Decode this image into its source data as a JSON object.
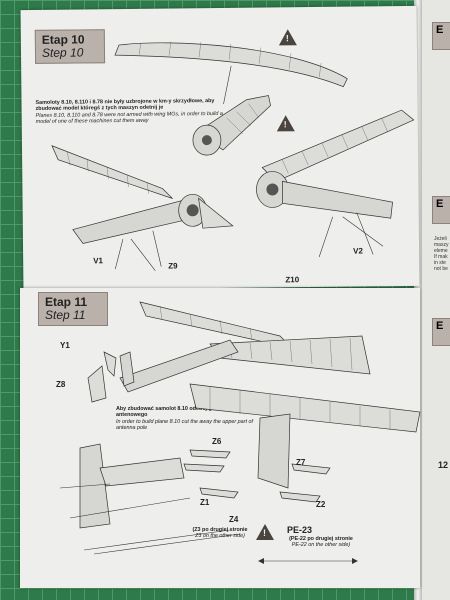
{
  "step10": {
    "title_pl": "Etap 10",
    "title_en": "Step 10",
    "note_pl": "Samoloty 8.10, 8.110 i 8.78 nie były uzbrojone w km-y skrzydłowe, aby zbudować model któregś z tych maszyn odetnij je",
    "note_en": "Planes 8.10, 8.110 and 8.78 were not armed with wing MGs, in order to build a model of one of these machines cut them away",
    "labels": {
      "v1": "V1",
      "z9": "Z9",
      "z10": "Z10",
      "v2": "V2"
    }
  },
  "step11": {
    "title_pl": "Etap 11",
    "title_en": "Step 11",
    "note_pl": "Aby zbudować samolot 8.10 odetnij górną część słupka antenowego",
    "note_en": "In order to build plane 8.10 cut the away the upper part of antenna pole",
    "labels": {
      "y1": "Y1",
      "z8": "Z8",
      "z6": "Z6",
      "z1": "Z1",
      "z7": "Z7",
      "z2": "Z2",
      "z4": "Z4"
    },
    "z4_note_pl": "(Z3 po drugiej stronie",
    "z4_note_en": "Z3 on the other side)",
    "pe_label": "PE-23",
    "pe_note_pl": "(PE-22 po drugiej stronie",
    "pe_note_en": "PE-22 on the other side)"
  },
  "right_page": {
    "tab1": "E",
    "tab2": "E",
    "tab3": "E",
    "text_lines": [
      "Jeżeli",
      "maszy",
      "eleme",
      "If mak",
      "in ste",
      "not be"
    ],
    "page_number": "12"
  }
}
